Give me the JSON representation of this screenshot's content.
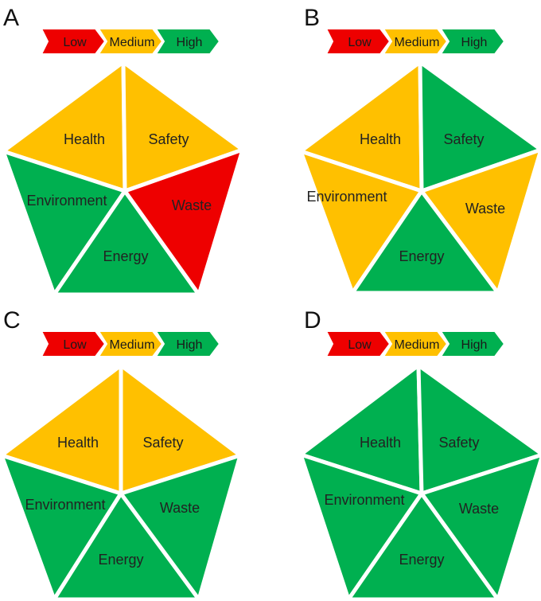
{
  "legend": {
    "low": "Low",
    "medium": "Medium",
    "high": "High",
    "colors": {
      "low": "#ee0000",
      "medium": "#ffc000",
      "high": "#00b050"
    }
  },
  "panels": [
    {
      "letter": "A",
      "segments": {
        "health": {
          "label": "Health",
          "level": "medium"
        },
        "safety": {
          "label": "Safety",
          "level": "medium"
        },
        "environment": {
          "label": "Environment",
          "level": "high"
        },
        "energy": {
          "label": "Energy",
          "level": "high"
        },
        "waste": {
          "label": "Waste",
          "level": "low"
        }
      }
    },
    {
      "letter": "B",
      "segments": {
        "health": {
          "label": "Health",
          "level": "medium"
        },
        "safety": {
          "label": "Safety",
          "level": "high"
        },
        "environment": {
          "label": "Environment",
          "level": "medium"
        },
        "energy": {
          "label": "Energy",
          "level": "high"
        },
        "waste": {
          "label": "Waste",
          "level": "medium"
        }
      }
    },
    {
      "letter": "C",
      "segments": {
        "health": {
          "label": "Health",
          "level": "medium"
        },
        "safety": {
          "label": "Safety",
          "level": "medium"
        },
        "environment": {
          "label": "Environment",
          "level": "high"
        },
        "energy": {
          "label": "Energy",
          "level": "high"
        },
        "waste": {
          "label": "Waste",
          "level": "high"
        }
      }
    },
    {
      "letter": "D",
      "segments": {
        "health": {
          "label": "Health",
          "level": "high"
        },
        "safety": {
          "label": "Safety",
          "level": "high"
        },
        "environment": {
          "label": "Environment",
          "level": "high"
        },
        "energy": {
          "label": "Energy",
          "level": "high"
        },
        "waste": {
          "label": "Waste",
          "level": "high"
        }
      }
    }
  ]
}
